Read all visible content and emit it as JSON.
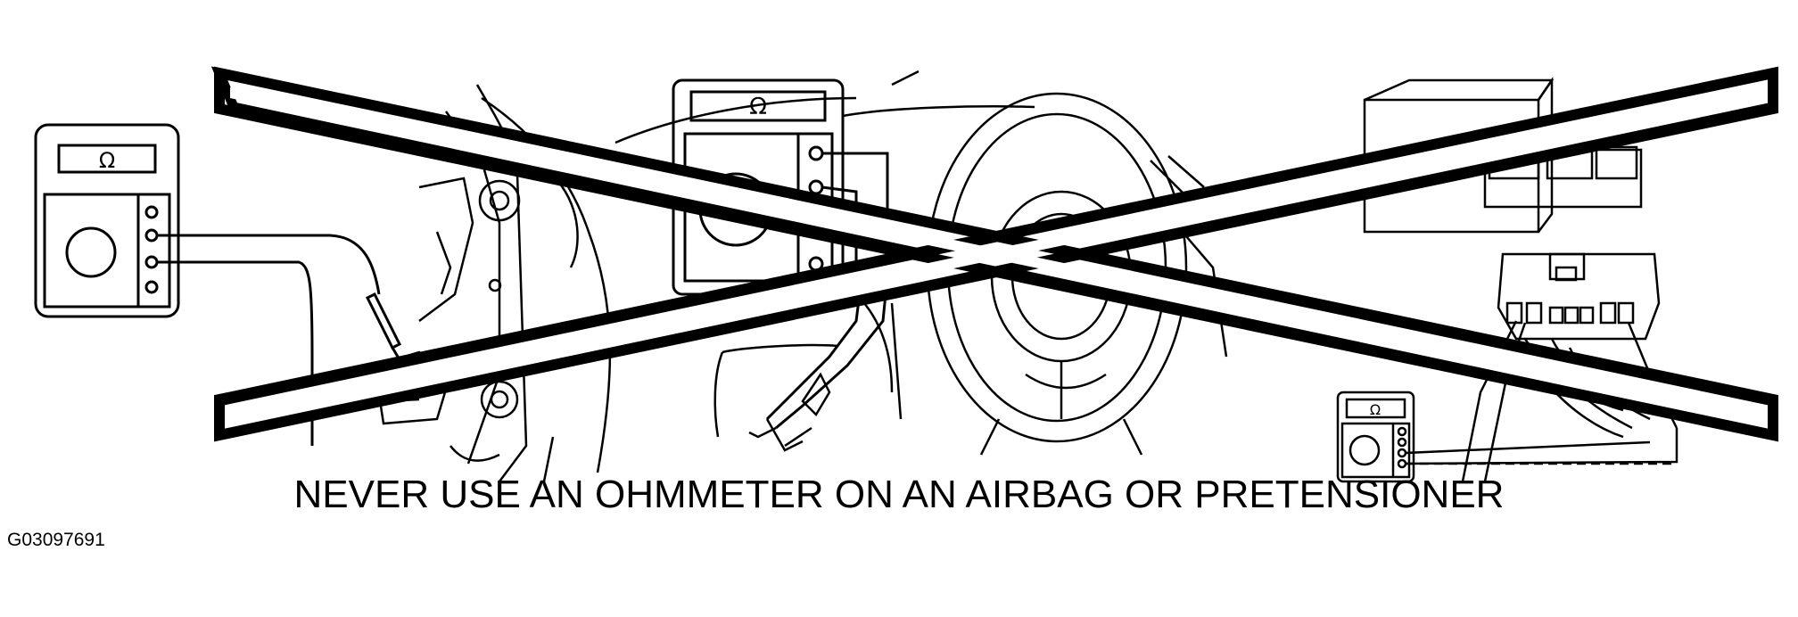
{
  "meters": {
    "left_symbol": "Ω",
    "center_symbol": "Ω",
    "right_symbol": "Ω"
  },
  "caption": {
    "warning_text": "NEVER USE AN OHMMETER ON AN AIRBAG OR PRETENSIONER",
    "figure_id": "G03097691"
  }
}
